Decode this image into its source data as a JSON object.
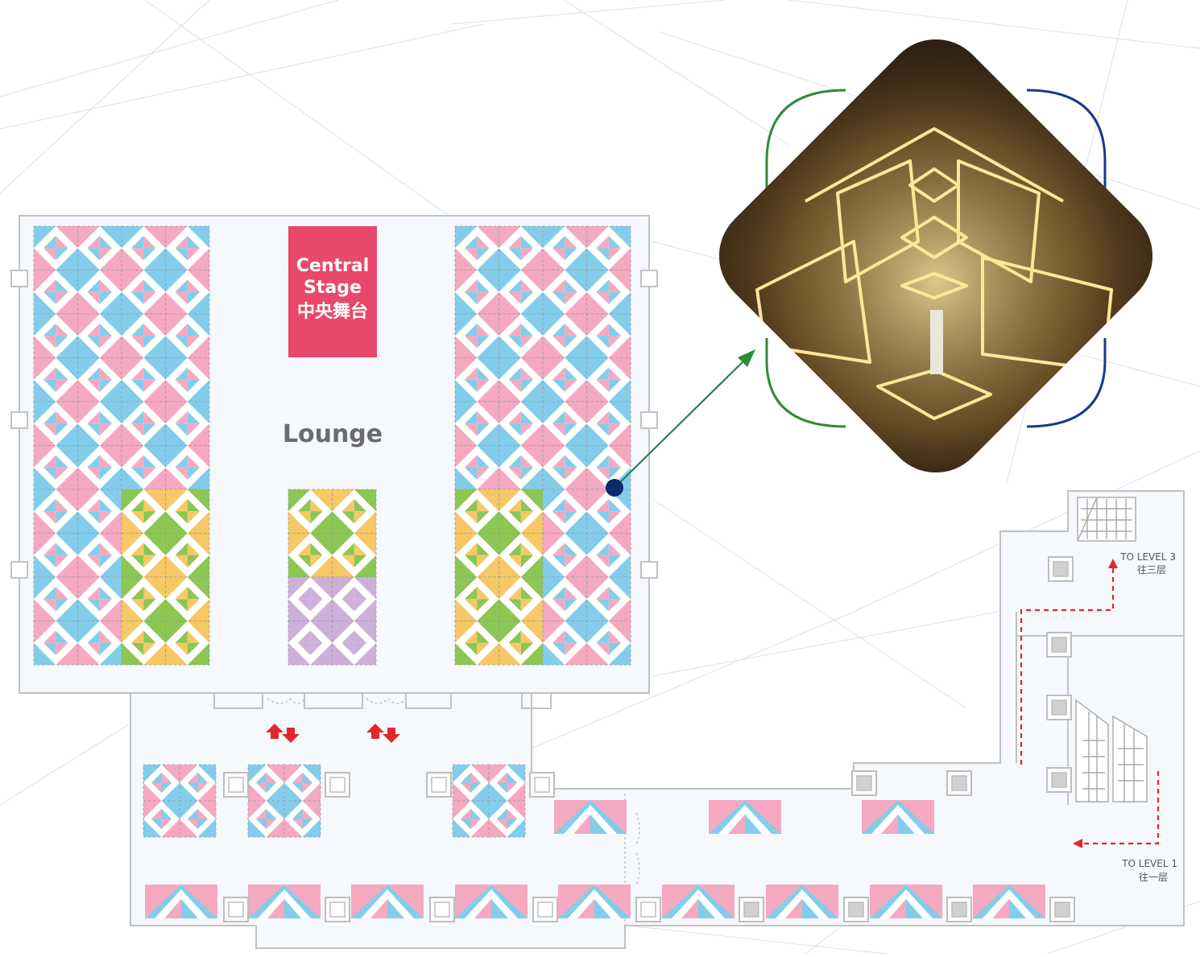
{
  "labels": {
    "central_stage_line1": "Central",
    "central_stage_line2": "Stage",
    "central_stage_cn": "中央舞台",
    "lounge": "Lounge",
    "to_level_3": "TO LEVEL 3",
    "to_level_3_cn": "往三层",
    "to_level_1": "TO LEVEL 1",
    "to_level_1_cn": "往一层"
  },
  "colors": {
    "background": "#ffffff",
    "floor": "#f5f8fc",
    "wall": "#c2c2c2",
    "booth_pink": "#f4a9c0",
    "booth_blue": "#83cdea",
    "booth_green": "#8cc653",
    "booth_yellow": "#f6c866",
    "booth_purple": "#cdb0da",
    "stage": "#e8486a",
    "lounge_text": "#6b6b6b",
    "route_red": "#e0282c",
    "callout_green": "#2e8b3a",
    "callout_navy": "#1a3a8a",
    "marker_navy": "#0d2a6e"
  },
  "icons": {
    "entry_arrows": "up-down-arrow-icon",
    "route_arrow": "arrow-icon",
    "column": "square-column-icon",
    "stairs": "stairs-icon"
  }
}
